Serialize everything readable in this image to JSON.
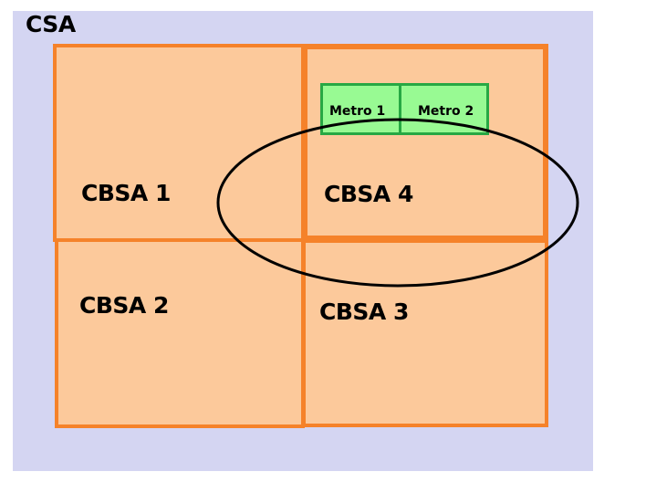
{
  "regions": {
    "csa": {
      "label": "CSA",
      "fill": "#d4d5f2"
    },
    "cbsa": [
      {
        "label": "CBSA 1"
      },
      {
        "label": "CBSA 2"
      },
      {
        "label": "CBSA 3"
      },
      {
        "label": "CBSA 4"
      }
    ],
    "metros": [
      {
        "label": "Metro 1"
      },
      {
        "label": "Metro 2"
      }
    ],
    "colors": {
      "cbsa_fill": "#fcc99b",
      "cbsa_border": "#f5822a",
      "metro_fill": "#98fa93",
      "metro_border": "#27a844",
      "ellipse_stroke": "#000000"
    }
  }
}
